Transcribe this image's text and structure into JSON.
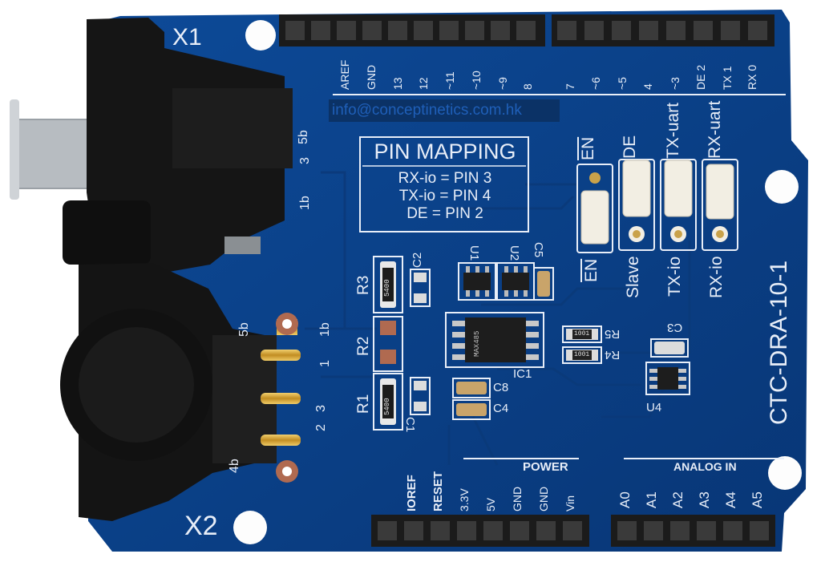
{
  "board": {
    "model": "CTC-DRA-10-1",
    "email": "info@conceptinetics.com.hk",
    "connector_top": "X1",
    "connector_bottom": "X2",
    "colors": {
      "pcb": "#0a3f86",
      "silk": "#e8eef8",
      "header": "#1b1b1b",
      "connector": "#151515",
      "gold": "#d2a33a"
    }
  },
  "pin_mapping": {
    "title": "PIN MAPPING",
    "lines": [
      "RX-io = PIN 3",
      "TX-io = PIN 4",
      "DE = PIN 2"
    ]
  },
  "top_header": {
    "left_labels": [
      "AREF",
      "GND",
      "13",
      "12",
      "~11",
      "~10",
      "~9",
      "8"
    ],
    "right_labels": [
      "7",
      "~6",
      "~5",
      "4",
      "~3",
      "DE 2",
      "TX 1",
      "RX 0"
    ]
  },
  "jumpers": [
    {
      "top": "EN",
      "bottom": "EN"
    },
    {
      "top": "DE",
      "bottom": "Slave"
    },
    {
      "top": "TX-uart",
      "bottom": "TX-io"
    },
    {
      "top": "RX-uart",
      "bottom": "RX-io"
    }
  ],
  "components": {
    "r1": "R1",
    "r2": "R2",
    "r3": "R3",
    "r4": "R4",
    "r5": "R5",
    "c1": "C1",
    "c2": "C2",
    "c3": "C3",
    "c4": "C4",
    "c5": "C5",
    "c8": "C8",
    "u1": "U1",
    "u2": "U2",
    "u4": "U4",
    "ic1": "IC1",
    "r1_value": "5400",
    "r3_value": "5400",
    "r4_value": "1001",
    "r5_value": "1001",
    "ic1_text": "MAX485"
  },
  "xlr_pins_top": [
    "5b",
    "3",
    "1b"
  ],
  "xlr_pins_bottom": [
    "5b",
    "1b",
    "1",
    "3",
    "2",
    "4b"
  ],
  "power_header": {
    "title": "POWER",
    "labels": [
      "IOREF",
      "RESET",
      "3.3V",
      "5V",
      "GND",
      "GND",
      "Vin"
    ]
  },
  "analog_header": {
    "title": "ANALOG IN",
    "labels": [
      "A0",
      "A1",
      "A2",
      "A3",
      "A4",
      "A5"
    ]
  }
}
